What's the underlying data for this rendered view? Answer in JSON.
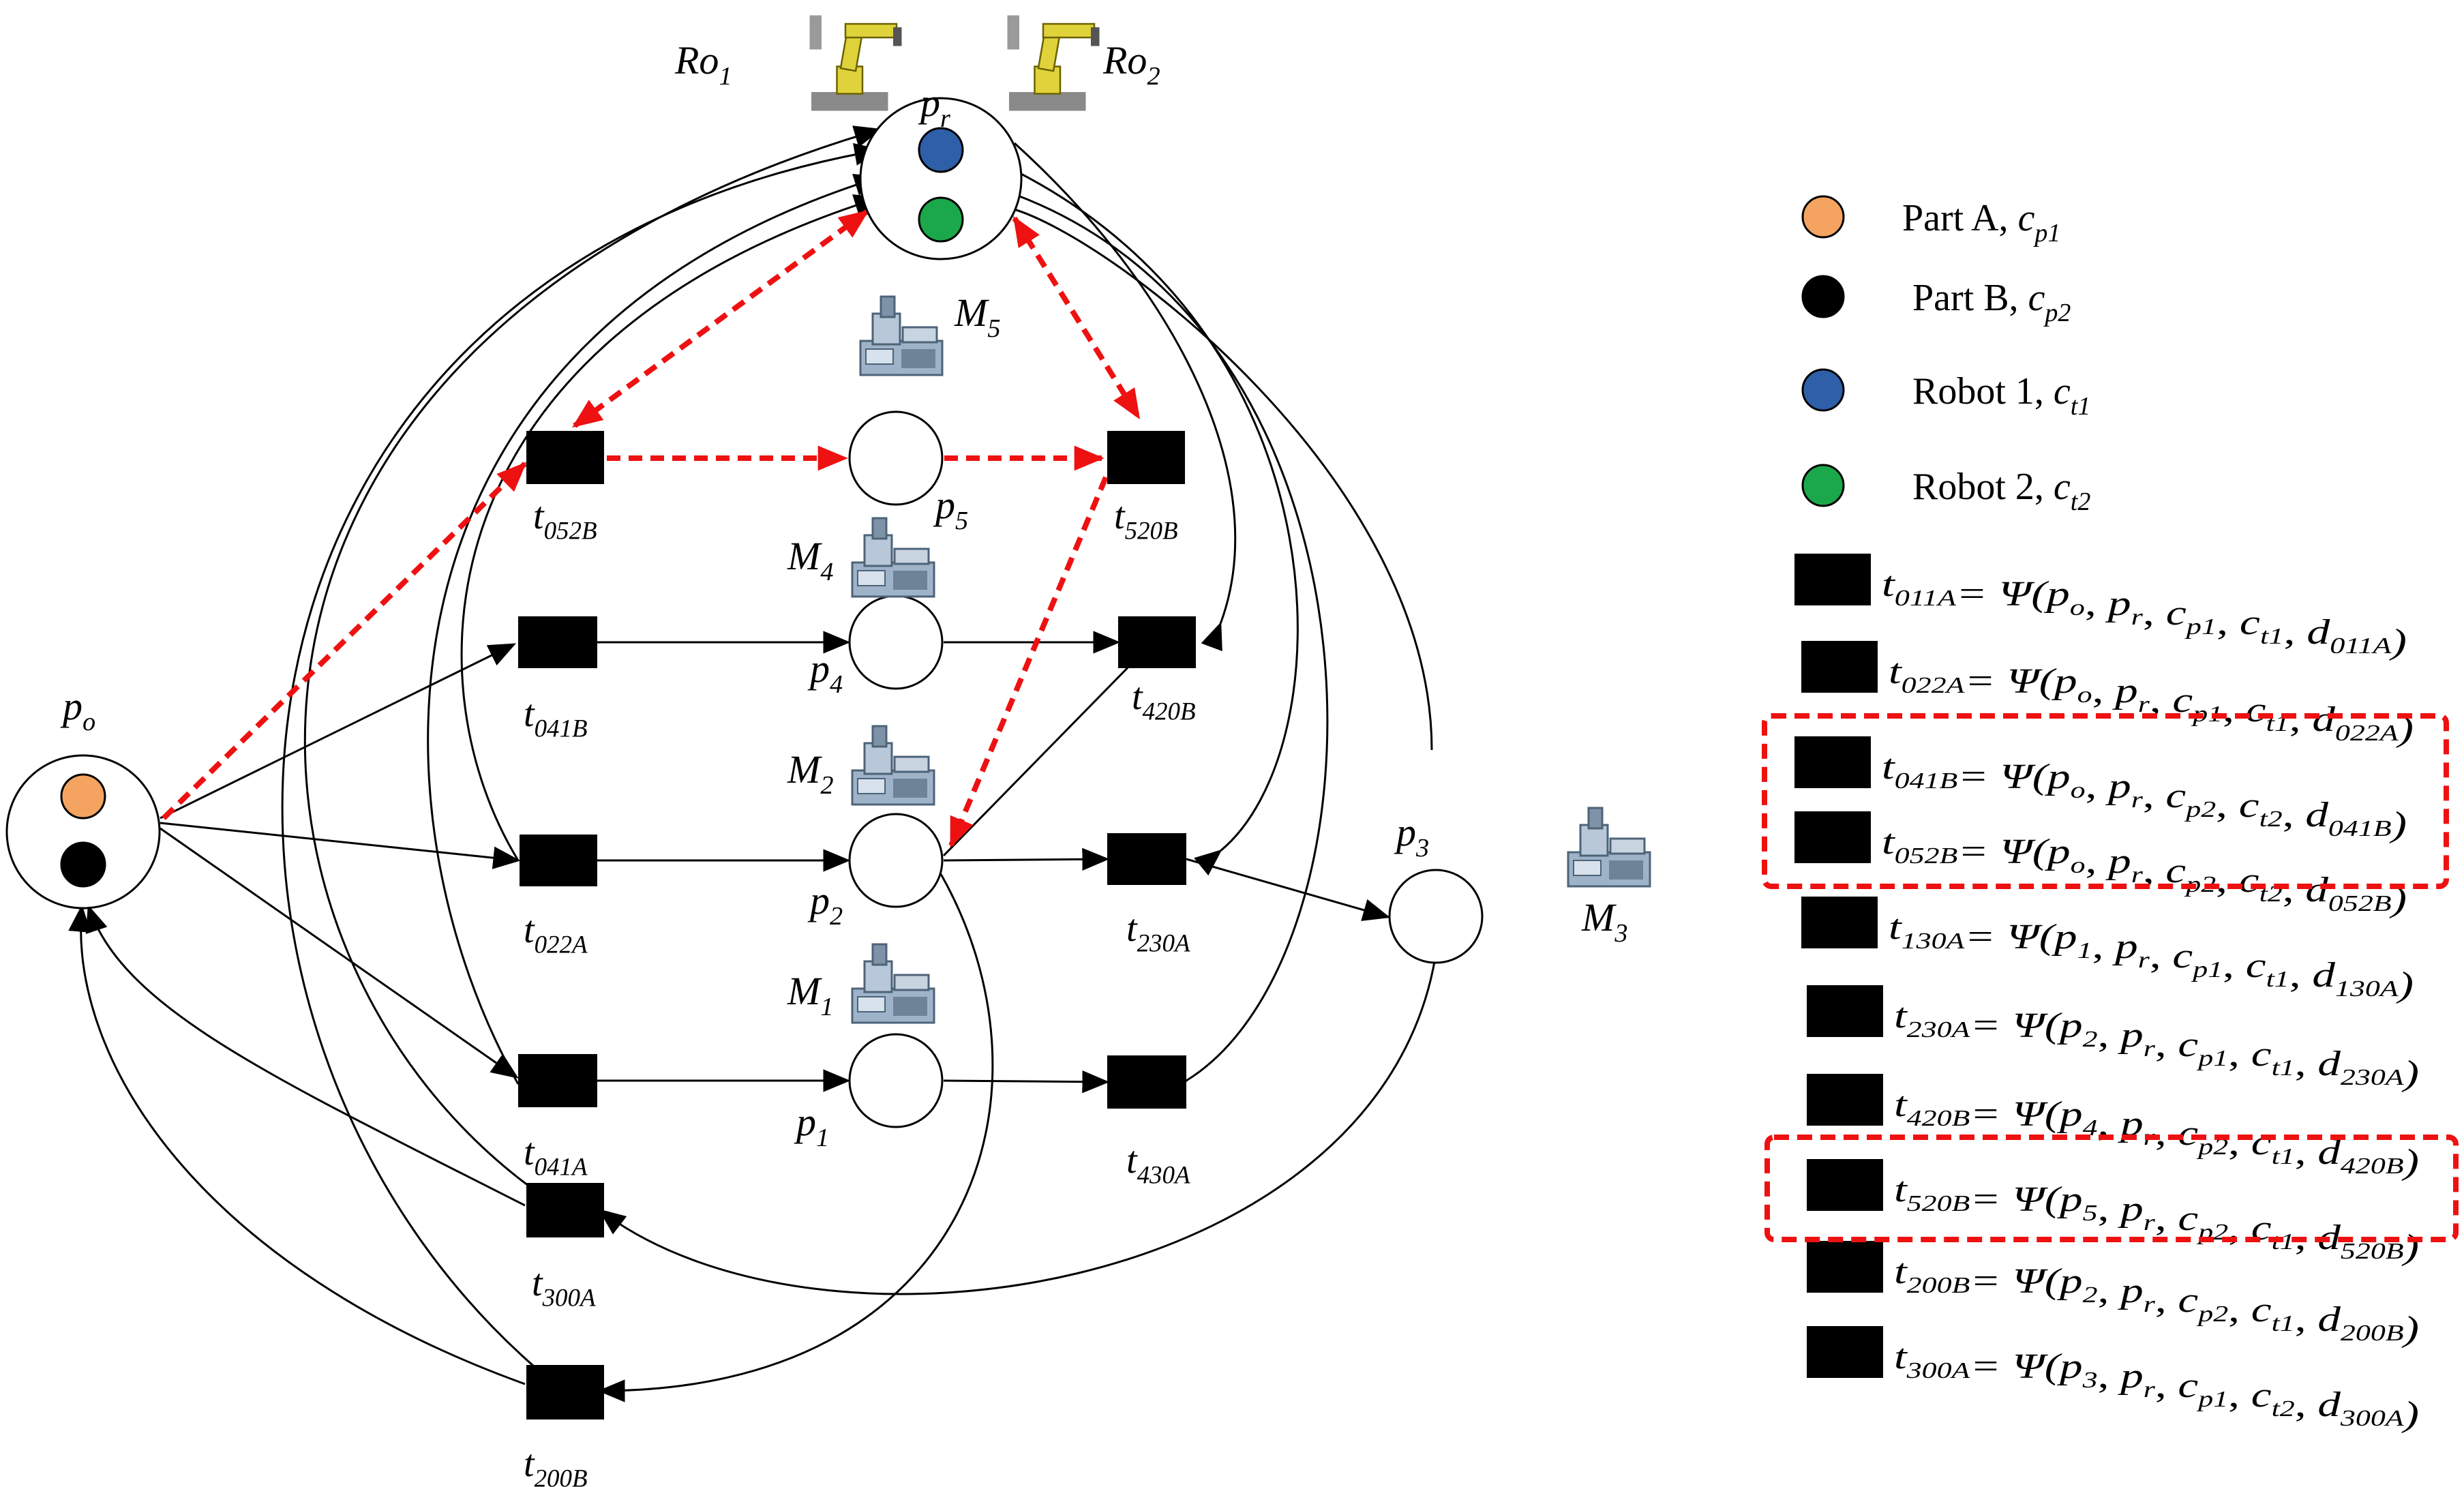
{
  "colors": {
    "part_a": "#F4A460",
    "part_b": "#000000",
    "robot_1": "#2E5FA8",
    "robot_2": "#1BA84A",
    "highlight": "#EE1111",
    "machine_icon": "#9FB3C8",
    "robot_icon": "#E0D23A"
  },
  "icons": {
    "robot": "industrial-robot-arm-icon",
    "machine": "cnc-machine-icon"
  },
  "places": {
    "po": "p_o",
    "pr": "p_r",
    "p1": "p_1",
    "p2": "p_2",
    "p3": "p_3",
    "p4": "p_4",
    "p5": "p_5"
  },
  "robots": {
    "ro1": "Ro_1",
    "ro2": "Ro_2"
  },
  "machines": {
    "m1": "M_1",
    "m2": "M_2",
    "m3": "M_3",
    "m4": "M_4",
    "m5": "M_5"
  },
  "transitions": {
    "t052B": "t_052B",
    "t520B": "t_520B",
    "t041B": "t_041B",
    "t420B": "t_420B",
    "t022A": "t_022A",
    "t230A": "t_230A",
    "t041A": "t_041A",
    "t430A": "t_430A",
    "t300A": "t_300A",
    "t200B": "t_200B"
  },
  "legend": {
    "tokens": [
      {
        "label": "Part A, ",
        "sym": "c_p1",
        "color_key": "part_a"
      },
      {
        "label": "Part B, ",
        "sym": "c_p2",
        "color_key": "part_b"
      },
      {
        "label": "Robot 1, ",
        "sym": "c_t1",
        "color_key": "robot_1"
      },
      {
        "label": "Robot 2, ",
        "sym": "c_t2",
        "color_key": "robot_2"
      }
    ],
    "transitions": [
      {
        "t": "t_011A",
        "args": [
          "p_o",
          "p_r",
          "c_p1",
          "c_t1",
          "d_011A"
        ],
        "highlighted": false
      },
      {
        "t": "t_022A",
        "args": [
          "p_o",
          "p_r",
          "c_p1",
          "c_t1",
          "d_022A"
        ],
        "highlighted": false
      },
      {
        "t": "t_041B",
        "args": [
          "p_o",
          "p_r",
          "c_p2",
          "c_t2",
          "d_041B"
        ],
        "highlighted": true
      },
      {
        "t": "t_052B",
        "args": [
          "p_o",
          "p_r",
          "c_p2",
          "c_t2",
          "d_052B"
        ],
        "highlighted": true
      },
      {
        "t": "t_130A",
        "args": [
          "p_1",
          "p_r",
          "c_p1",
          "c_t1",
          "d_130A"
        ],
        "highlighted": false
      },
      {
        "t": "t_230A",
        "args": [
          "p_2",
          "p_r",
          "c_p1",
          "c_t1",
          "d_230A"
        ],
        "highlighted": false
      },
      {
        "t": "t_420B",
        "args": [
          "p_4",
          "p_r",
          "c_p2",
          "c_t1",
          "d_420B"
        ],
        "highlighted": false
      },
      {
        "t": "t_520B",
        "args": [
          "p_5",
          "p_r",
          "c_p2",
          "c_t1",
          "d_520B"
        ],
        "highlighted": true
      },
      {
        "t": "t_200B",
        "args": [
          "p_2",
          "p_r",
          "c_p2",
          "c_t1",
          "d_200B"
        ],
        "highlighted": false
      },
      {
        "t": "t_300A",
        "args": [
          "p_3",
          "p_r",
          "c_p1",
          "c_t2",
          "d_300A"
        ],
        "highlighted": false
      }
    ],
    "eq": "= Ψ(",
    "close": ")"
  }
}
